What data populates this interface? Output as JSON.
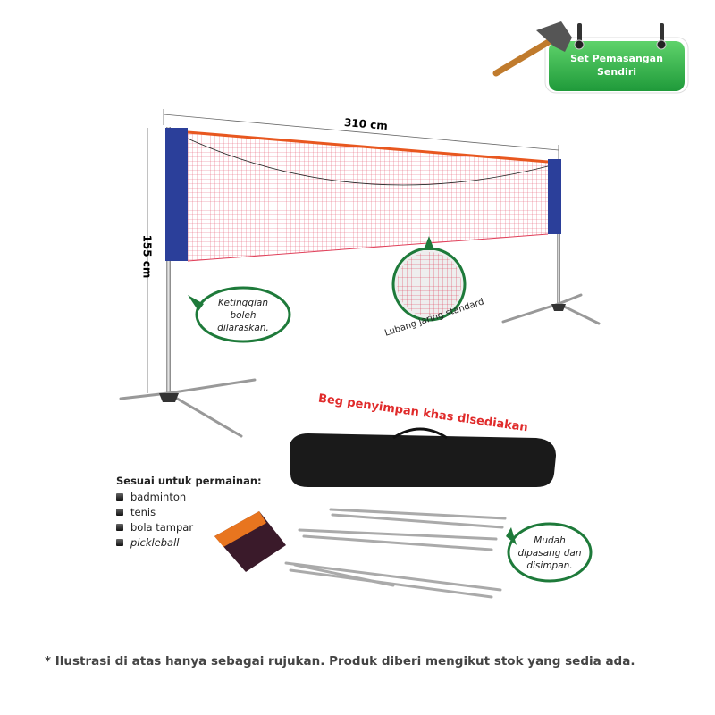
{
  "badge": {
    "line1": "Set Pemasangan",
    "line2": "Sendiri",
    "icon": "hammer-icon",
    "color": "#2fb34a"
  },
  "dimensions": {
    "width": "310 cm",
    "height": "155 cm"
  },
  "callouts": {
    "height_adjustable": [
      "Ketinggian",
      "boleh",
      "dilaraskan."
    ],
    "net_hole": "Lubang jaring standard",
    "bag": "Beg penyimpan khas disediakan",
    "easy_setup": [
      "Mudah",
      "dipasang dan",
      "disimpan."
    ]
  },
  "suitable": {
    "title": "Sesuai untuk permainan:",
    "items": [
      "badminton",
      "tenis",
      "bola tampar",
      "pickleball"
    ]
  },
  "footnote": "* Ilustrasi di atas hanya sebagai rujukan. Produk diberi mengikut stok yang sedia ada.",
  "colors": {
    "net_frame": "#2b3f9a",
    "net_top": "#e8571f",
    "net_mesh": "#e0405a",
    "callout_red": "#e02a2a",
    "bubble_border": "#1e7a3a"
  }
}
